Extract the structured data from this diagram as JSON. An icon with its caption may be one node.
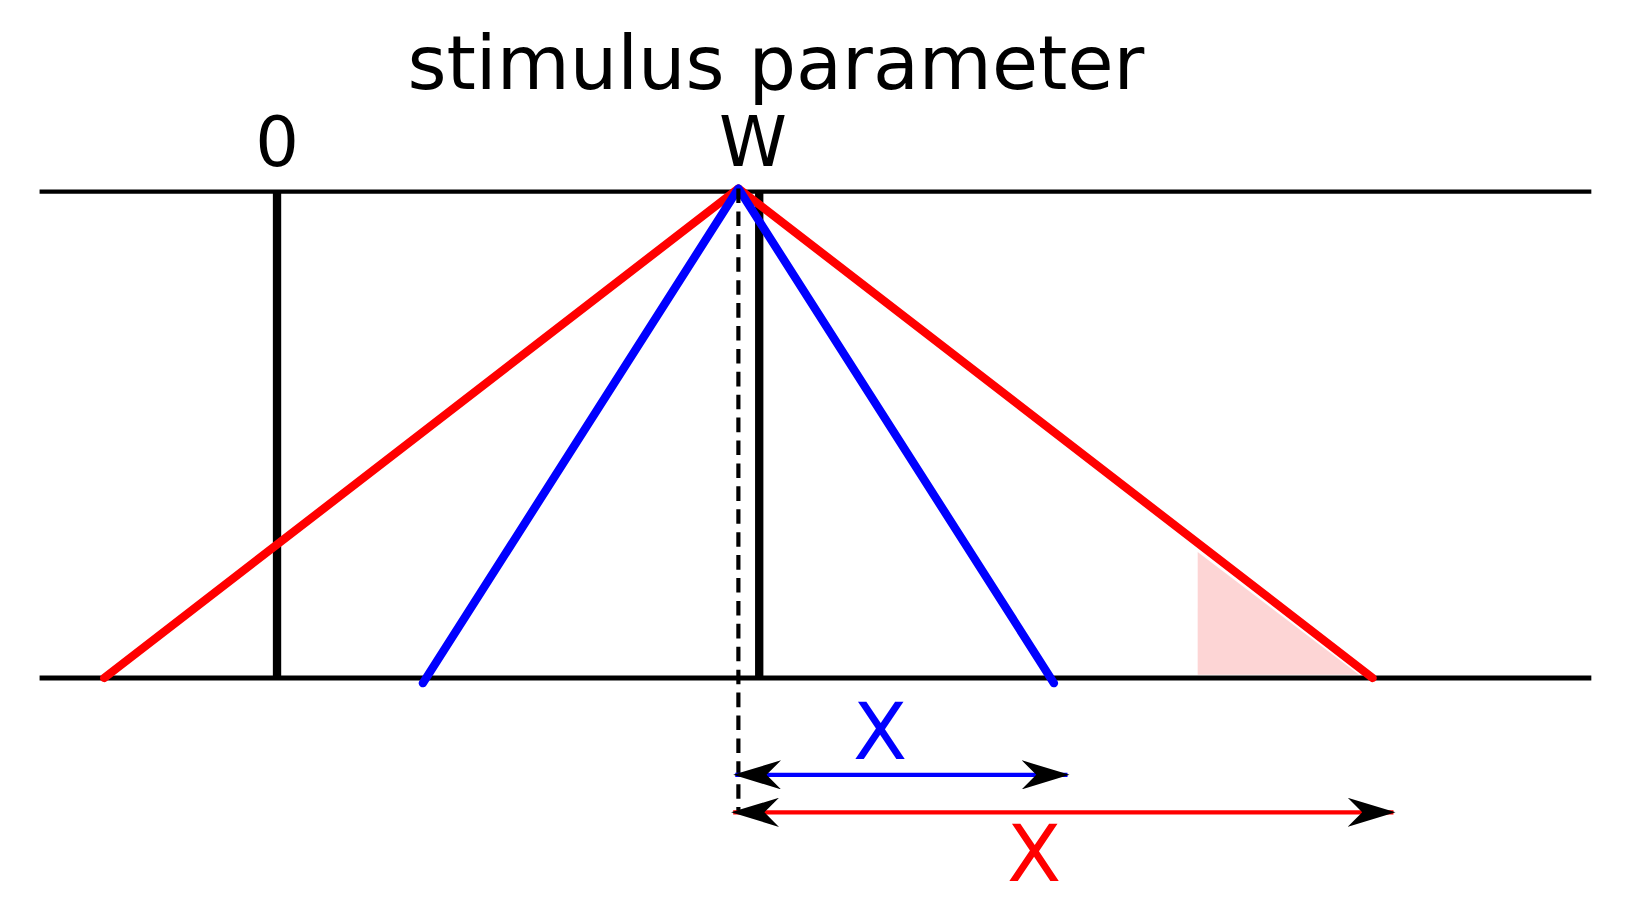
{
  "diagram": {
    "title": "stimulus parameter",
    "labels": [
      "0",
      "W",
      "X",
      "X"
    ]
  }
}
